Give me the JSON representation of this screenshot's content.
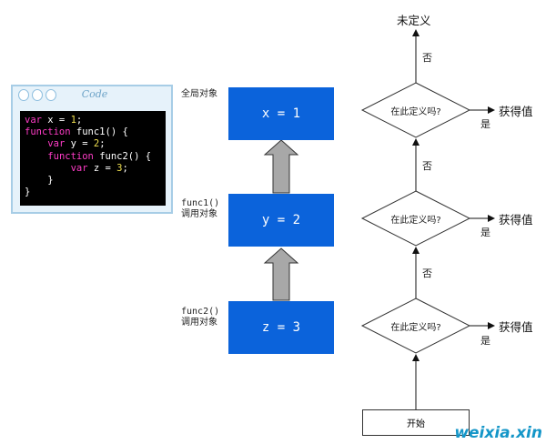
{
  "code_window": {
    "title": "Code",
    "lines": [
      [
        {
          "t": "var",
          "c": "kw"
        },
        {
          "t": " x = ",
          "c": "plain"
        },
        {
          "t": "1",
          "c": "num"
        },
        {
          "t": ";",
          "c": "plain"
        }
      ],
      [
        {
          "t": "function",
          "c": "kw"
        },
        {
          "t": " func1() {",
          "c": "plain"
        }
      ],
      [
        {
          "t": "    ",
          "c": "plain"
        },
        {
          "t": "var",
          "c": "kw"
        },
        {
          "t": " y = ",
          "c": "plain"
        },
        {
          "t": "2",
          "c": "num"
        },
        {
          "t": ";",
          "c": "plain"
        }
      ],
      [
        {
          "t": "    ",
          "c": "plain"
        },
        {
          "t": "function",
          "c": "kw"
        },
        {
          "t": " func2() {",
          "c": "plain"
        }
      ],
      [
        {
          "t": "        ",
          "c": "plain"
        },
        {
          "t": "var",
          "c": "kw"
        },
        {
          "t": " z = ",
          "c": "plain"
        },
        {
          "t": "3",
          "c": "num"
        },
        {
          "t": ";",
          "c": "plain"
        }
      ],
      [
        {
          "t": "    }",
          "c": "plain"
        }
      ],
      [
        {
          "t": "}",
          "c": "plain"
        }
      ]
    ]
  },
  "scopes": {
    "global": {
      "label": "全局对象",
      "value": "x = 1"
    },
    "func1": {
      "label_fn": "func1()",
      "label_obj": "调用对象",
      "value": "y = 2"
    },
    "func2": {
      "label_fn": "func2()",
      "label_obj": "调用对象",
      "value": "z = 3"
    }
  },
  "flowchart": {
    "start": "开始",
    "decision": "在此定义吗?",
    "found": "获得值",
    "yes": "是",
    "no": "否",
    "undefined": "未定义"
  },
  "watermark": "weixia.xin",
  "colors": {
    "scope_box": "#0b63db",
    "scope_arrow": "#a8a8a8",
    "code_bg": "#000000",
    "keyword": "#ff3cc7",
    "number": "#f0e050",
    "code_frame": "#a7cde6",
    "watermark": "#1496c8"
  }
}
